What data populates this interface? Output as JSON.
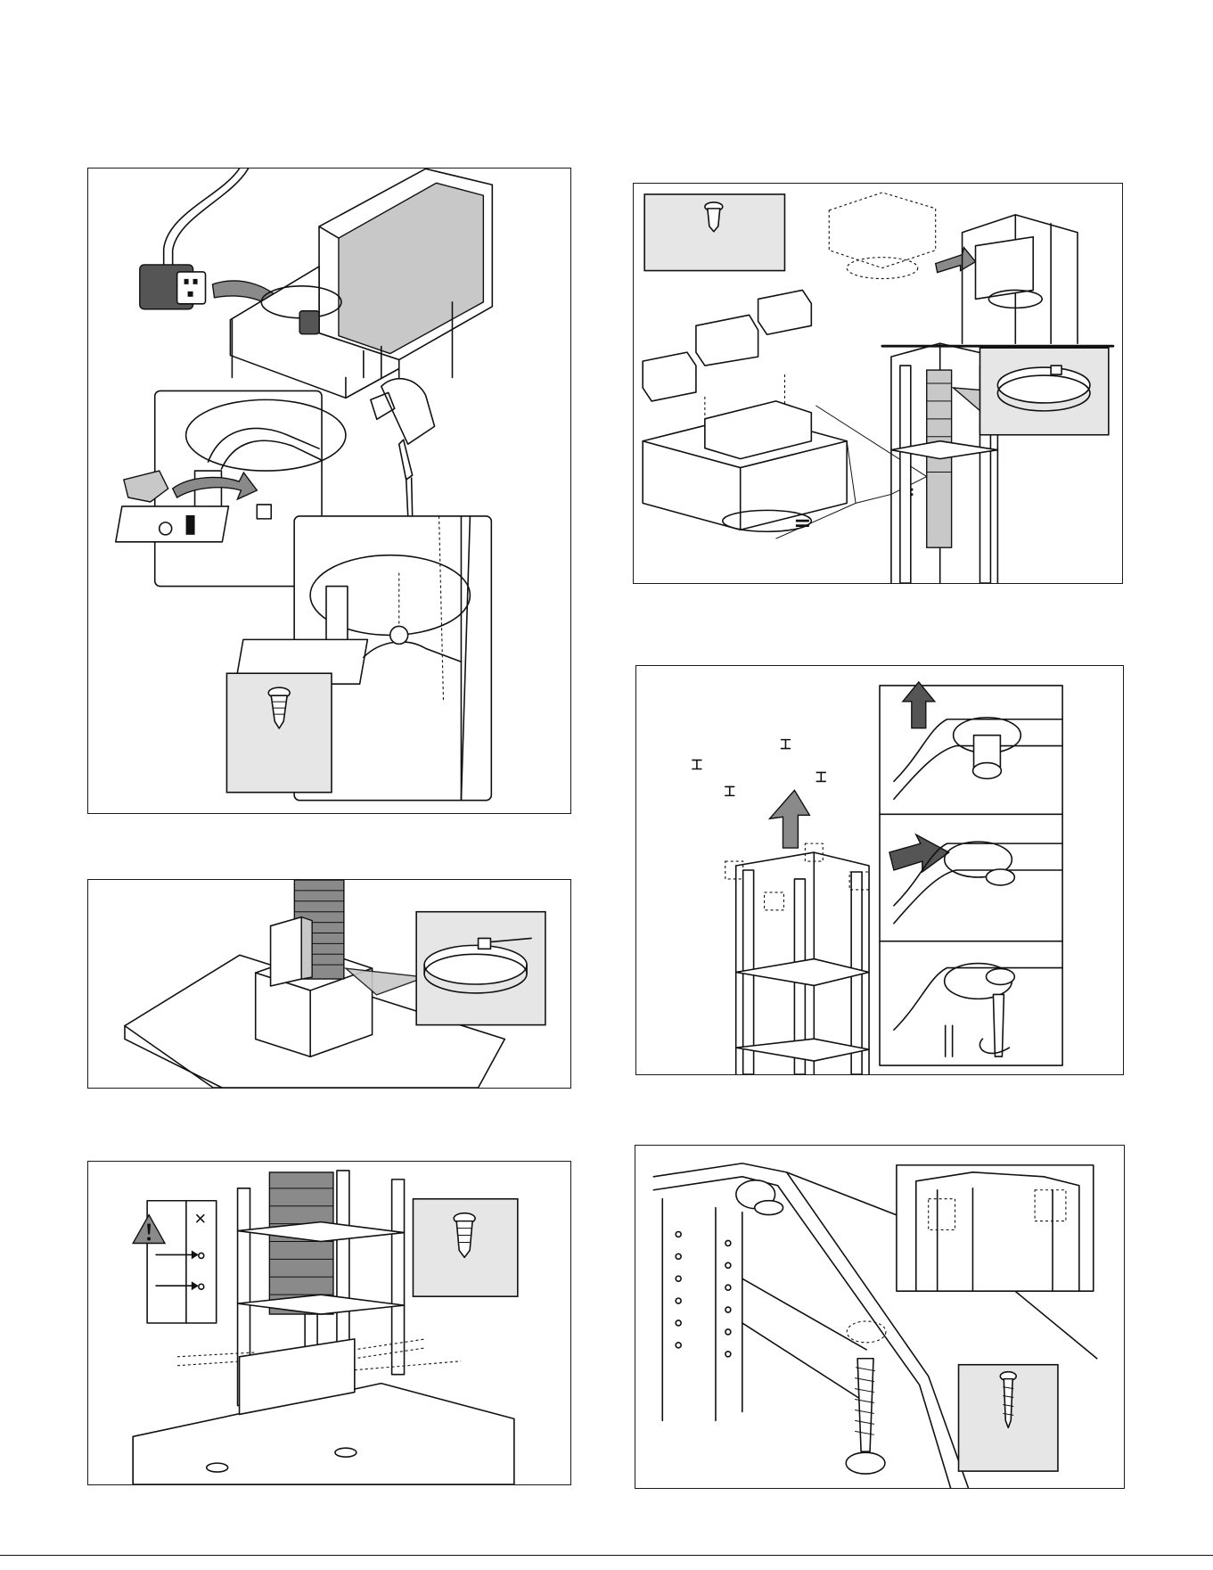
{
  "page": {
    "panels": [
      {
        "id": "p1",
        "name": "power-cord-connection",
        "icons": [
          "power-plug-icon",
          "screwdriver-icon",
          "cable-clamp-icon",
          "screw-icon"
        ]
      },
      {
        "id": "p2",
        "name": "duct-clamp-on-hood",
        "icons": [
          "hose-clamp-icon"
        ]
      },
      {
        "id": "p3",
        "name": "chimney-frame-screw-fixing",
        "icons": [
          "warning-icon",
          "screw-icon"
        ]
      },
      {
        "id": "p4",
        "name": "duct-adapter-assembly",
        "icons": [
          "screw-icon",
          "hose-clamp-icon"
        ],
        "labels": {
          "equal_a": "=",
          "equal_b": "="
        }
      },
      {
        "id": "p5",
        "name": "bracket-keyhole-fixing",
        "icons": [
          "up-arrow-icon",
          "screw-icon",
          "screwdriver-icon"
        ]
      },
      {
        "id": "p6",
        "name": "ceiling-screw-fixing",
        "icons": [
          "wood-screw-icon"
        ]
      }
    ]
  }
}
